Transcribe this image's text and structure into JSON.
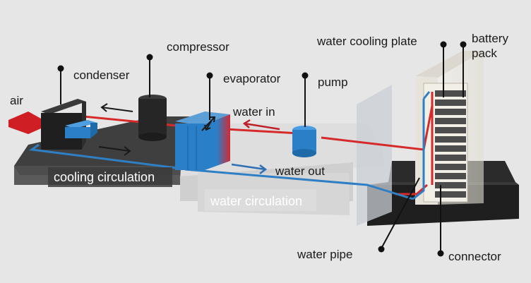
{
  "labels": {
    "air": "air",
    "condenser": "condenser",
    "compressor": "compressor",
    "evaporator": "evaporator",
    "pump": "pump",
    "water_in": "water in",
    "water_out": "water out",
    "water_cooling_plate": "water cooling plate",
    "battery_pack": "battery\npack",
    "water_pipe": "water pipe",
    "connector": "connector"
  },
  "bands": {
    "cooling": "cooling circulation",
    "water": "water circulation"
  },
  "colors": {
    "background": "#e6e6e6",
    "hot_pipe": "#d62a2a",
    "cold_pipe": "#2f7fc4",
    "device_blue": "#2a7fc7",
    "dark_device": "#2a2a2a"
  }
}
